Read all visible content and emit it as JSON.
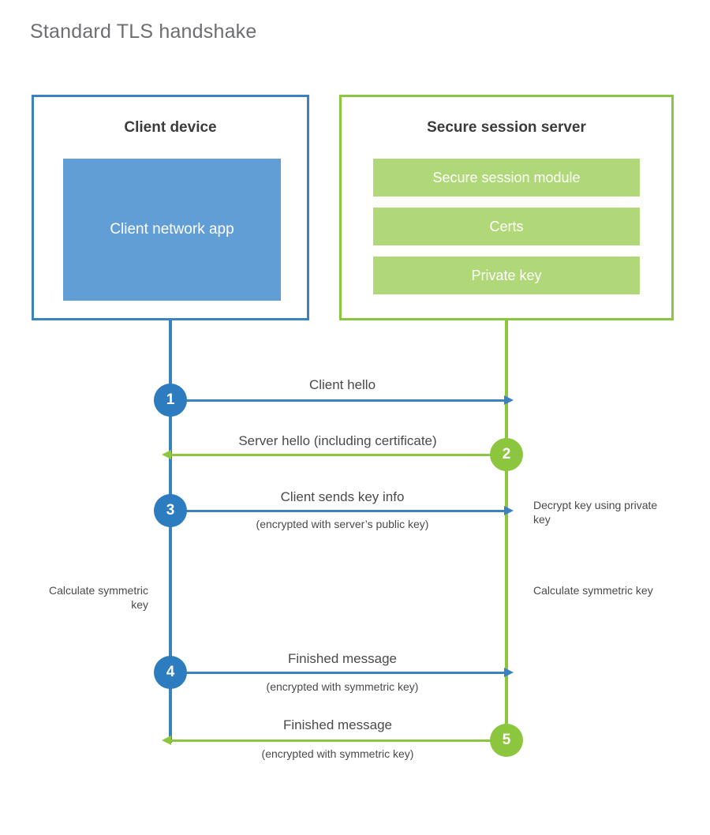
{
  "title": "Standard TLS handshake",
  "colors": {
    "client_border": "#3b82bf",
    "client_fill": "#619ed6",
    "server_border": "#8cc63f",
    "server_fill": "#b0d878",
    "client_accent": "#2c7cbf",
    "server_accent": "#8cc63f",
    "title_text": "#6d6e71",
    "body_text": "#4a4a4a"
  },
  "actors": {
    "client": {
      "title": "Client device",
      "app_label": "Client network app"
    },
    "server": {
      "title": "Secure session server",
      "modules": [
        {
          "label": "Secure session module"
        },
        {
          "label": "Certs"
        },
        {
          "label": "Private key"
        }
      ]
    }
  },
  "steps": [
    {
      "number": "1",
      "direction": "client-to-server",
      "label": "Client hello",
      "sublabel": ""
    },
    {
      "number": "2",
      "direction": "server-to-client",
      "label": "Server hello (including certificate)",
      "sublabel": ""
    },
    {
      "number": "3",
      "direction": "client-to-server",
      "label": "Client sends key info",
      "sublabel": "(encrypted with server’s public key)"
    },
    {
      "number": "4",
      "direction": "client-to-server",
      "label": "Finished message",
      "sublabel": "(encrypted with symmetric key)"
    },
    {
      "number": "5",
      "direction": "server-to-client",
      "label": "Finished message",
      "sublabel": "(encrypted with symmetric key)"
    }
  ],
  "notes": {
    "decrypt_key": "Decrypt key using private key",
    "client_calculate": "Calculate symmetric key",
    "server_calculate": "Calculate symmetric key"
  }
}
